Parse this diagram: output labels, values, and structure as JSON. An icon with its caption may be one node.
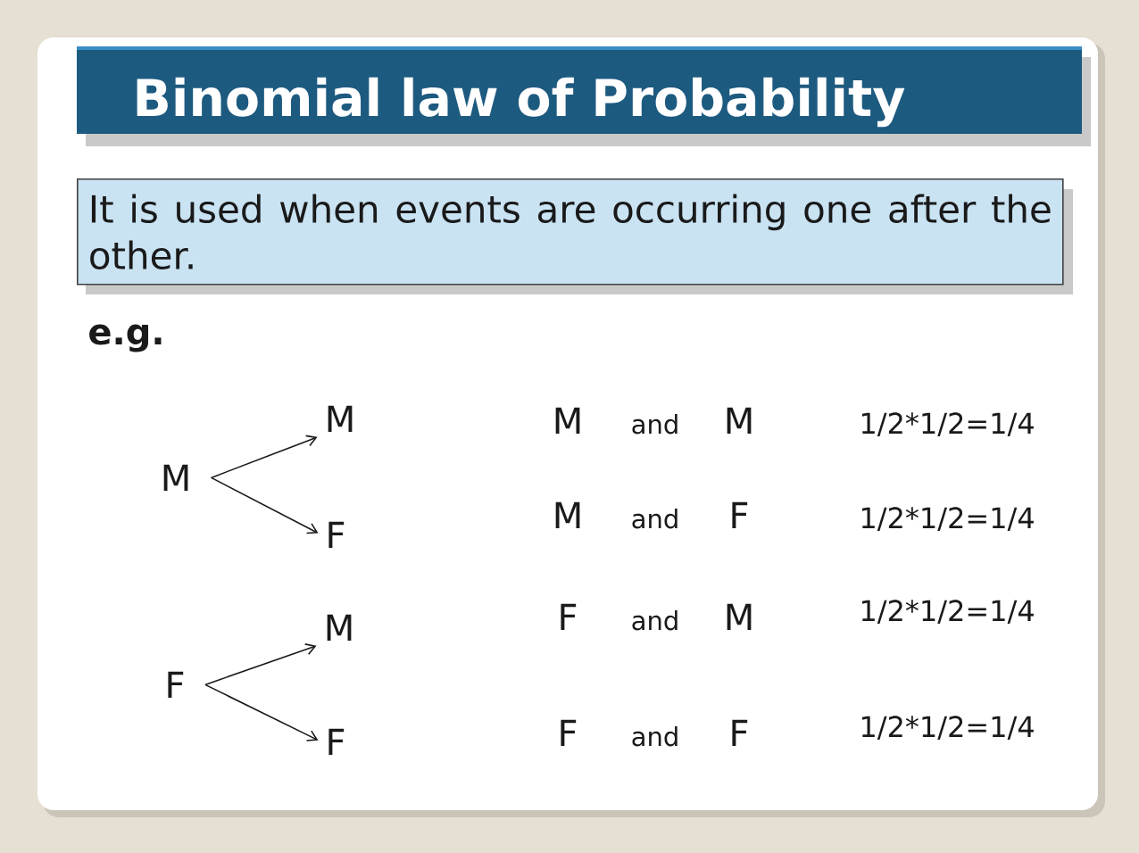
{
  "diagram": {
    "title": "Binomial law of Probability",
    "nodes": [
      {
        "text": [
          "It is used when events are occurring one after the other."
        ]
      },
      {
        "text": [
          "M"
        ]
      },
      {
        "text": [
          "M"
        ]
      },
      {
        "text": [
          "F"
        ]
      },
      {
        "text": [
          "F"
        ]
      },
      {
        "text": [
          "M"
        ]
      },
      {
        "text": [
          "F"
        ]
      }
    ],
    "edges": [
      {
        "from": 1,
        "to": 2,
        "arrow": "to"
      },
      {
        "from": 1,
        "to": 3,
        "arrow": "to"
      },
      {
        "from": 4,
        "to": 5,
        "arrow": "to"
      },
      {
        "from": 4,
        "to": 6,
        "arrow": "to"
      }
    ],
    "labels": [
      "e.g.",
      "M",
      "and",
      "M",
      "1/2*1/2=1/4",
      "M",
      "and",
      "F",
      "1/2*1/2=1/4",
      "F",
      "and",
      "M",
      "1/2*1/2=1/4",
      "F",
      "and",
      "F",
      "1/2*1/2=1/4"
    ]
  }
}
